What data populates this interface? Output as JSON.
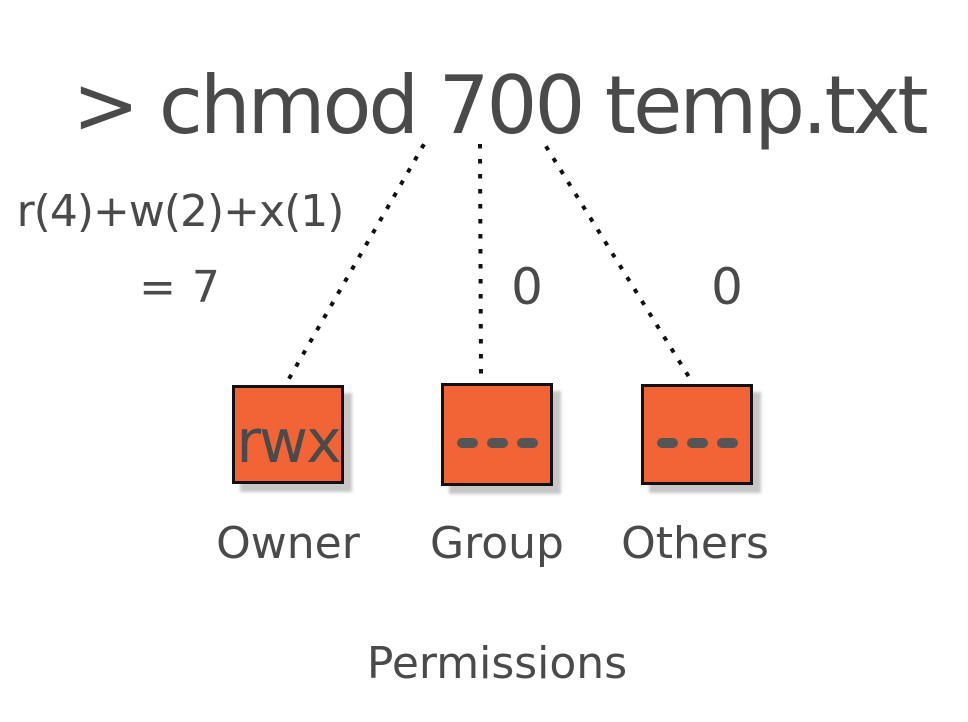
{
  "title": "> chmod 700 temp.txt",
  "annotation": {
    "formula": "r(4)+w(2)+x(1)",
    "result": "= 7",
    "group_digit": "0",
    "others_digit": "0"
  },
  "boxes": [
    {
      "id": "owner",
      "value": "rwx",
      "label": "Owner"
    },
    {
      "id": "group",
      "value": "---",
      "label": "Group"
    },
    {
      "id": "others",
      "value": "---",
      "label": "Others"
    }
  ],
  "caption": "Permissions",
  "colors": {
    "box_fill": "#F26335",
    "box_border": "#111111",
    "text": "#4A4A4A",
    "dash": "#555555",
    "shadow": "#C6C6C6",
    "dotted_line": "#111111"
  }
}
